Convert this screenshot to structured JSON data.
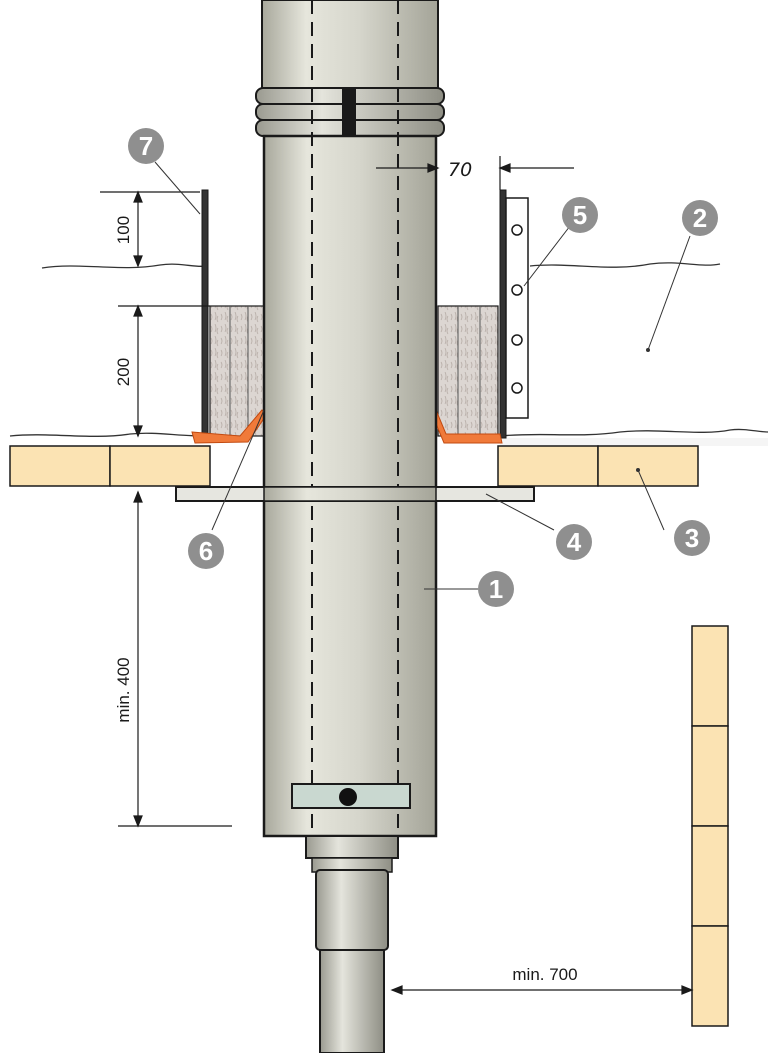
{
  "dimensions": {
    "d100": "100",
    "d200": "200",
    "d70": "70",
    "min400": "min. 400",
    "min700": "min. 700"
  },
  "callouts": [
    "1",
    "2",
    "3",
    "4",
    "5",
    "6",
    "7"
  ],
  "colors": {
    "pipe": "#d3d3c8",
    "brick": "#fbe3b3",
    "insulation": "#d8d3cf",
    "seal": "#f07a3a",
    "callout": "#8f8f8f",
    "outline": "#1a1a1a"
  }
}
